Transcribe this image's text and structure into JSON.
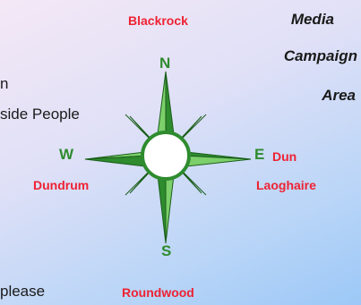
{
  "places": {
    "north": "Blackrock",
    "west": "Dundrum",
    "east_line1": "Dun",
    "east_line2": "Laoghaire",
    "south": "Roundwood"
  },
  "area_title": {
    "line1": "Media",
    "line2": "Campaign",
    "line3": "Area"
  },
  "body_fragments": {
    "line1": "n",
    "line2": "side People",
    "line3": "please"
  },
  "compass": {
    "north": "N",
    "south": "S",
    "east": "E",
    "west": "W"
  },
  "colors": {
    "place_red": "#ee2233",
    "compass_green": "#2e8b2e",
    "compass_dark": "#1a5e1a"
  }
}
